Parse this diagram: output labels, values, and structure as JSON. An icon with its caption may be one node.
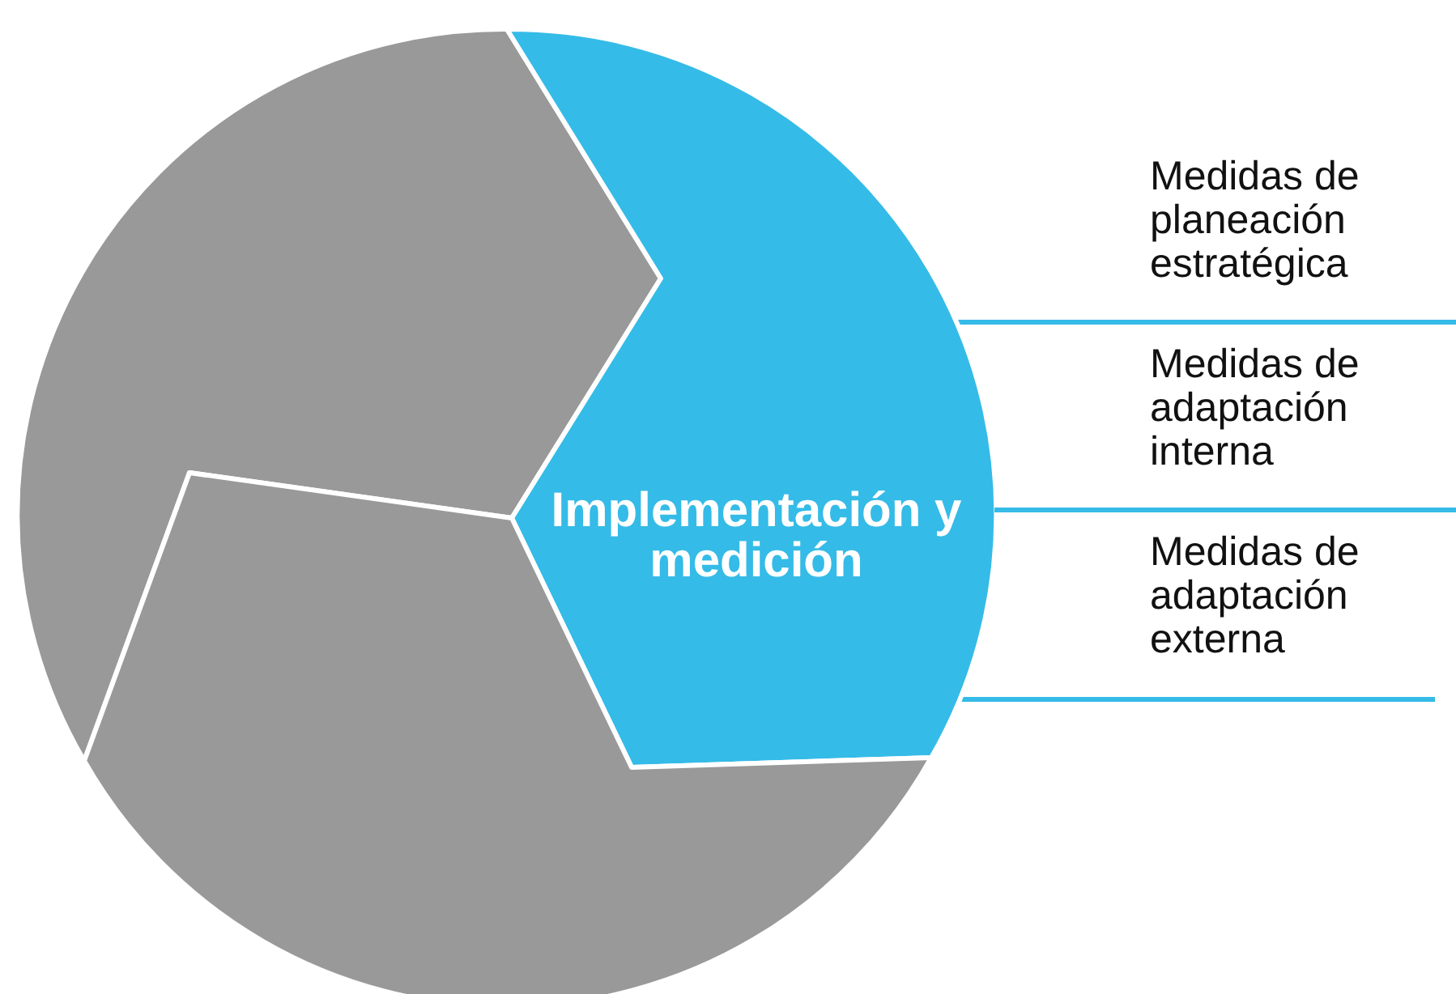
{
  "diagram": {
    "nodes": [
      {
        "text": [],
        "shape": "sector"
      },
      {
        "text": [
          "Implementación y medición"
        ]
      },
      {
        "text": [],
        "shape": "sector"
      }
    ],
    "labels": [
      "Medidas de planeación estratégica",
      "Medidas de adaptación interna",
      "Medidas de adaptación externa"
    ]
  }
}
